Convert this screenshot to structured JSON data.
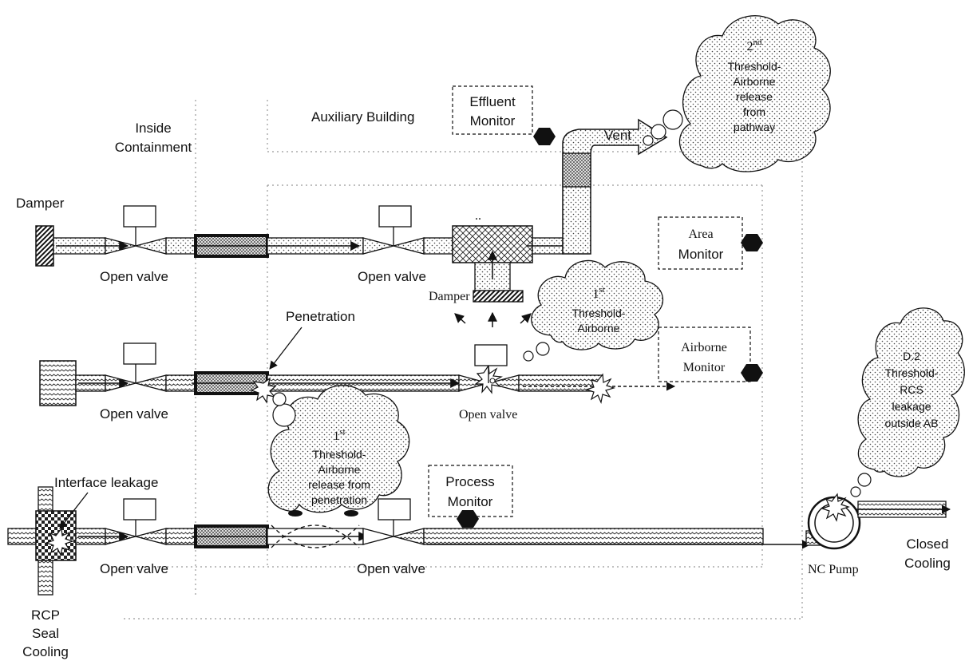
{
  "regions": {
    "inside_containment": [
      "Inside",
      "Containment"
    ],
    "auxiliary_building": "Auxiliary Building"
  },
  "components": {
    "damper_top": "Damper",
    "damper_mid": "Damper",
    "vent": "Vent",
    "penetration": "Penetration",
    "interface_leakage": "Interface leakage",
    "nc_pump": "NC Pump",
    "closed_cooling": [
      "Closed",
      "Cooling"
    ],
    "rcp_seal_cooling": [
      "RCP",
      "Seal",
      "Cooling"
    ]
  },
  "valves": {
    "row1_left": "Open valve",
    "row1_right": "Open valve",
    "row2_left": "Open valve",
    "row2_right": "Open valve",
    "row3_left": "Open valve",
    "row3_right": "Open valve"
  },
  "monitors": {
    "effluent": [
      "Effluent",
      "Monitor"
    ],
    "area": [
      "Area",
      "Monitor"
    ],
    "airborne": [
      "Airborne",
      "Monitor"
    ],
    "process": [
      "Process",
      "Monitor"
    ]
  },
  "clouds": {
    "second_threshold": {
      "super": "nd",
      "lines": [
        "2",
        "Threshold-",
        "Airborne",
        "release",
        "from",
        "pathway"
      ]
    },
    "first_threshold_airborne": {
      "super": "st",
      "lines": [
        "1",
        "Threshold-",
        "Airborne"
      ]
    },
    "first_threshold_penetration": {
      "super": "st",
      "lines": [
        "1",
        "Threshold-",
        "Airborne",
        "release from",
        "penetration"
      ]
    },
    "d2_threshold": {
      "lines": [
        "D.2",
        "Threshold-",
        "RCS",
        "leakage",
        "outside AB"
      ]
    }
  },
  "colors": {
    "line": "#111111",
    "dots": "#555555",
    "fill": "#ffffff"
  }
}
